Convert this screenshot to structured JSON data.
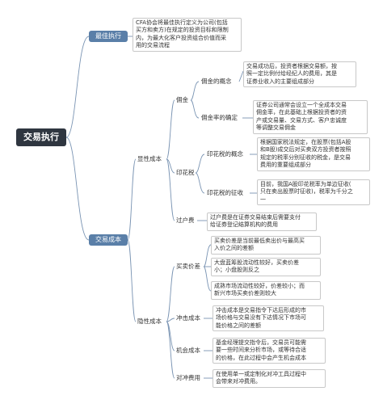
{
  "root": "交易执行",
  "best_exec": {
    "label": "最佳执行",
    "note": [
      "CFA协会将最佳执行定义为公司(包括",
      "买方和卖方)在规定的投资目标和限制",
      "内，为最大化客户投资组合价值而采",
      "用的交易流程"
    ]
  },
  "trade_cost": {
    "label": "交易成本",
    "explicit": {
      "label": "显性成本",
      "commission": {
        "label": "佣金",
        "concept": {
          "label": "佣金的概念",
          "note": [
            "交易成功后，投资者根据交易额，按",
            "照一定比例付给经纪人的费用，其是",
            "证券业收入的主要组成部分"
          ]
        },
        "rate": {
          "label": "佣金率的确定",
          "note": [
            "证券公司通常会设立一个全成本交易",
            "佣金率，在此基础上根据投资者的资",
            "产或交易量、交易方式、客户忠诚度",
            "等调整交易佣金"
          ]
        }
      },
      "stamp": {
        "label": "印花税",
        "concept": {
          "label": "印花税的概念",
          "note": [
            "根据国家税法规定，在股票(包括A股",
            "和B股)成交后对买卖双方投资者按照",
            "规定的税率分别征收的税金，是交易",
            "费用的重要组成部分"
          ]
        },
        "collect": {
          "label": "印花税的征收",
          "note": [
            "目前，我国A股印花税率为单边征收(",
            "只在卖出股票时征收)，税率为千分之",
            "一"
          ]
        }
      },
      "transfer": {
        "label": "过户费",
        "note": [
          "过户费是在证券交易结束后需要支付",
          "给证券登记结算机构的费用"
        ]
      }
    },
    "implicit": {
      "label": "隐性成本",
      "spread": {
        "label": "买卖价差",
        "note1": [
          "买卖价差是当前最低卖出价与最高买",
          "入价之间的差额"
        ],
        "note2": [
          "大盘蓝筹股流动性较好，买卖价差",
          "小；小盘股则反之"
        ],
        "note3": [
          "成熟市场流动性较好，价差较小；而",
          "新兴市场买卖价差则较大"
        ]
      },
      "impact": {
        "label": "冲击成本",
        "note": [
          "冲击成本是交易指令下达后形成的市",
          "场价格与交易没有下达情况下市场可",
          "能价格之间的差额"
        ]
      },
      "opportunity": {
        "label": "机会成本",
        "note": [
          "基金经理提交指令后，交易员可能需",
          "要一些时间来分析市场，或等待合适",
          "的价格，在此过程中会产生机会成本"
        ]
      },
      "hedge": {
        "label": "对冲费用",
        "note": [
          "在使用单一或定制化对冲工具过程中",
          "会带来对冲费用。"
        ]
      }
    }
  }
}
